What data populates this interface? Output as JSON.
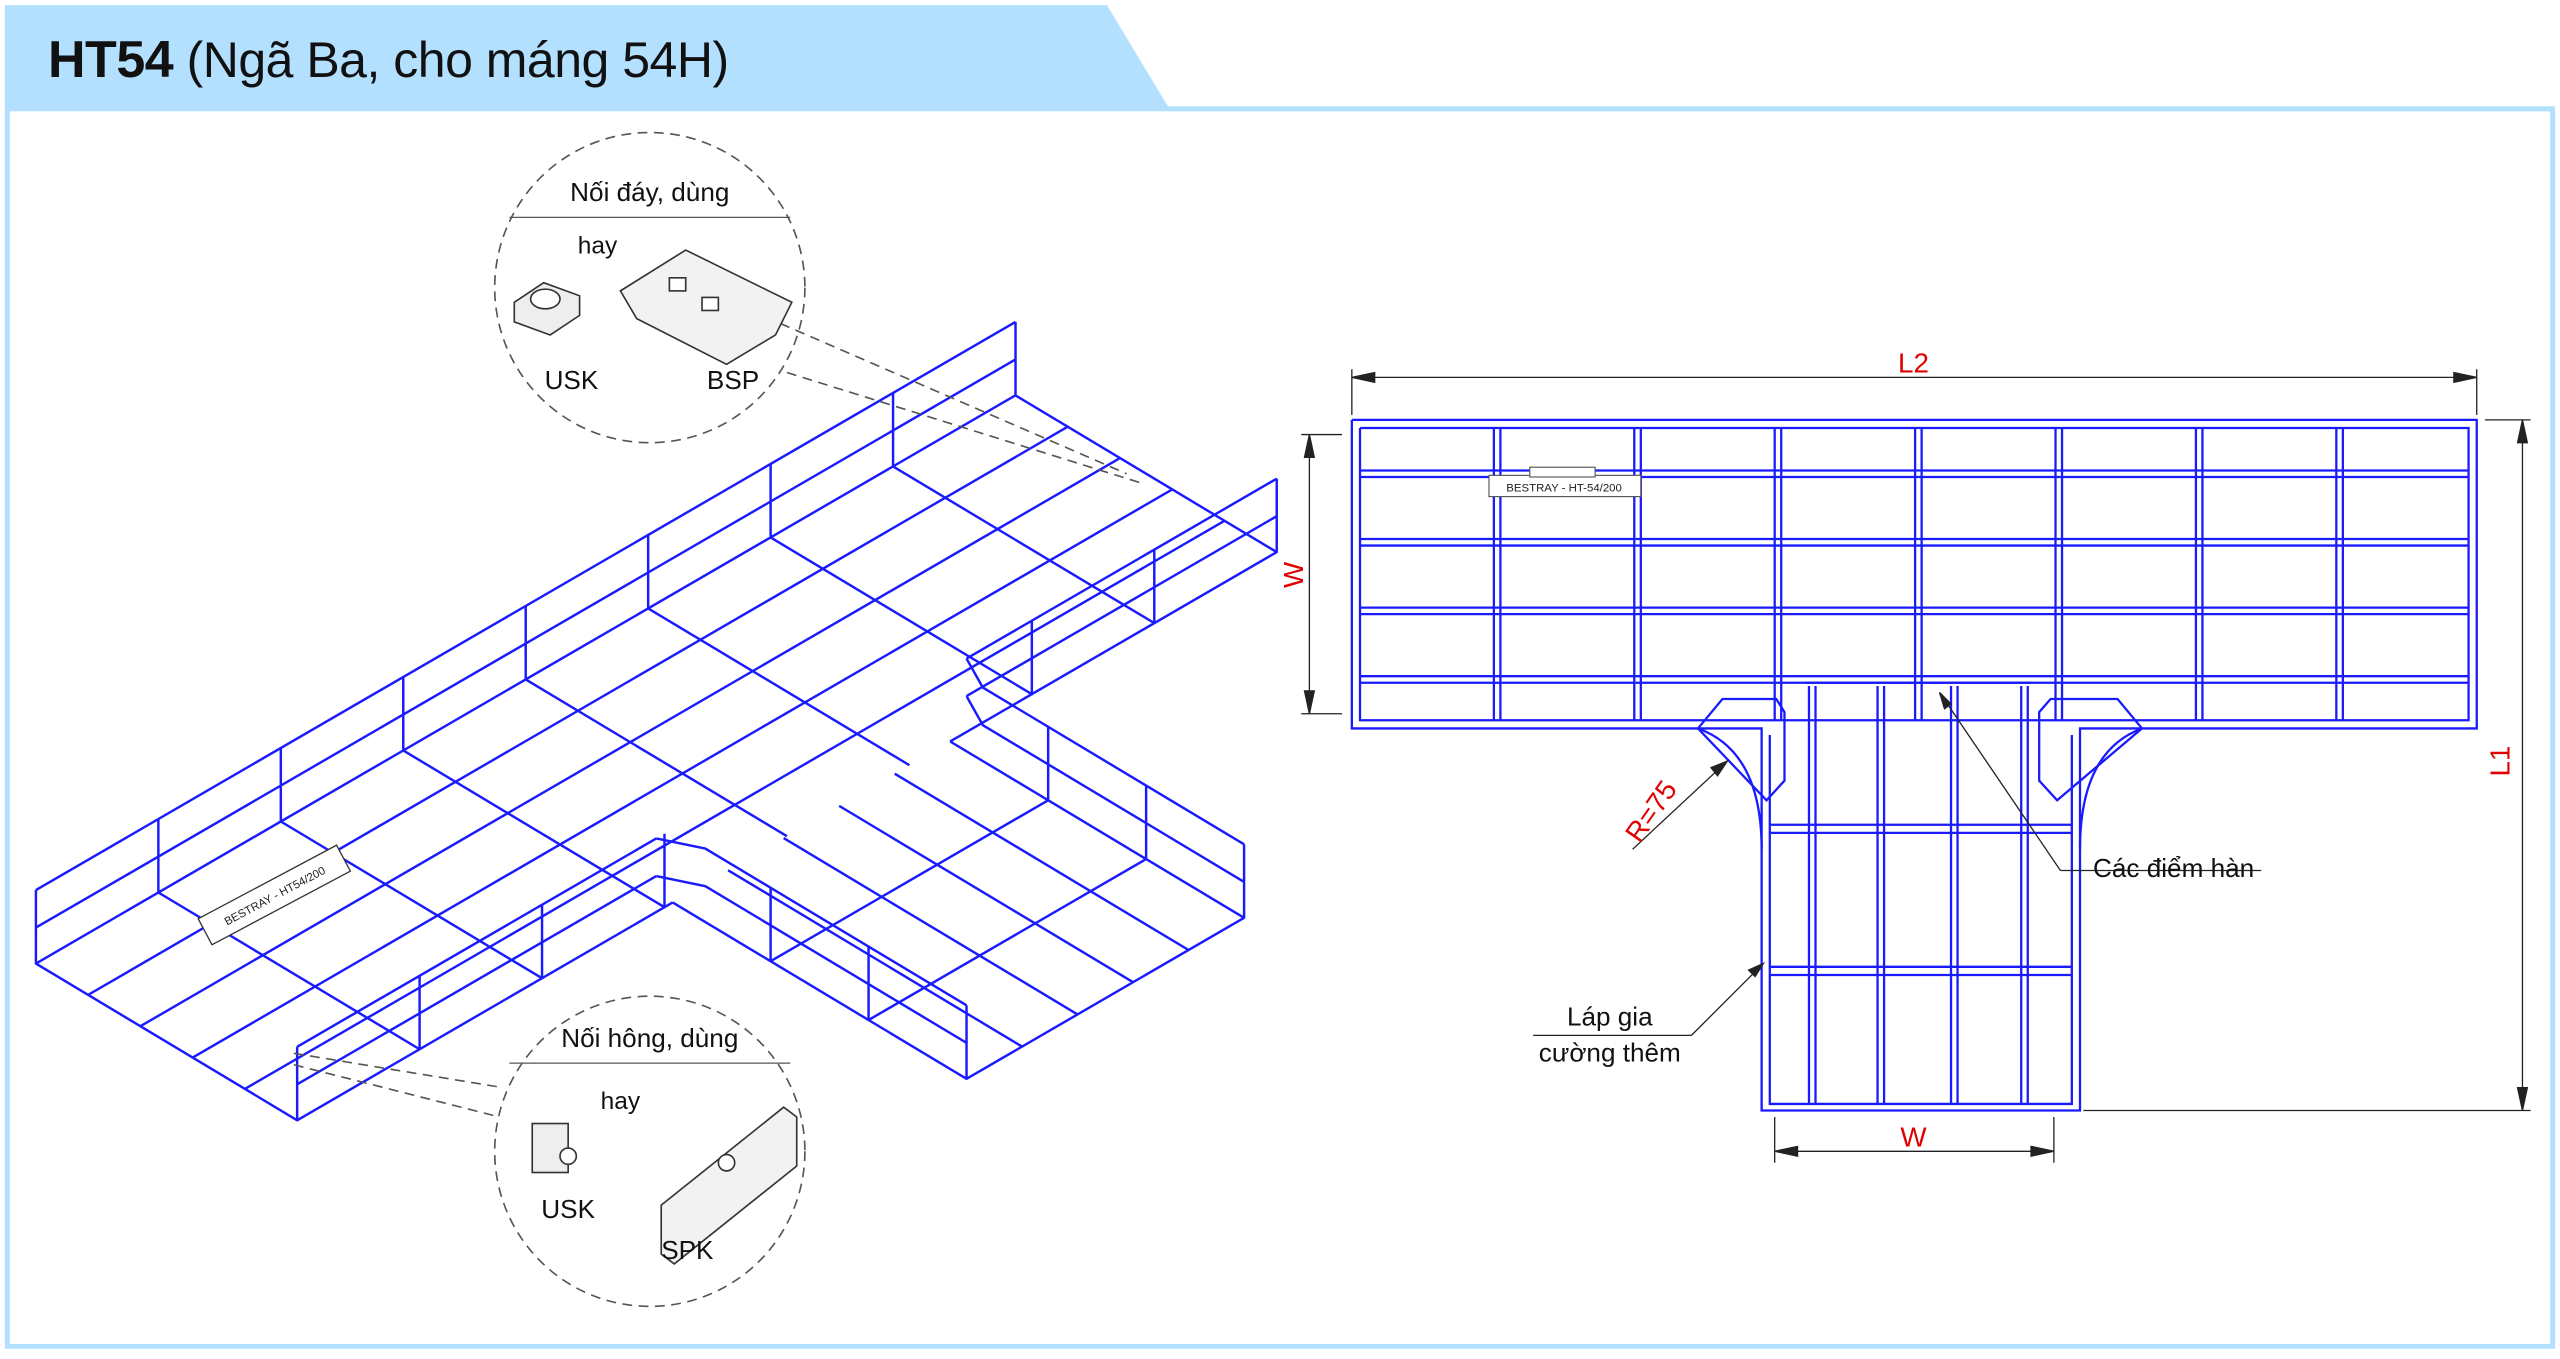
{
  "header": {
    "code": "HT54",
    "subtitle": "(Ngã Ba, cho máng 54H)"
  },
  "colors": {
    "header_bg": "#b3e0ff",
    "frame": "#b3e0ff",
    "wire": "#1a1aff",
    "dimension_text": "#e00000"
  },
  "isometric": {
    "tray_label": "BESTRAY - HT54/200",
    "callout_bottom_joint": {
      "title": "Nối đáy, dùng",
      "or": "hay",
      "option1": "USK",
      "option2": "BSP"
    },
    "callout_side_joint": {
      "title": "Nối hông, dùng",
      "or": "hay",
      "option1": "USK",
      "option2": "SPK"
    }
  },
  "plan_view": {
    "tray_label": "BESTRAY - HT-54/200",
    "dim_L2": "L2",
    "dim_L1": "L1",
    "dim_W_side": "W",
    "dim_W_bottom": "W",
    "radius": "R=75",
    "weld_points": "Các điểm hàn",
    "reinforcement_line1": "Láp gia",
    "reinforcement_line2": "cường thêm"
  }
}
